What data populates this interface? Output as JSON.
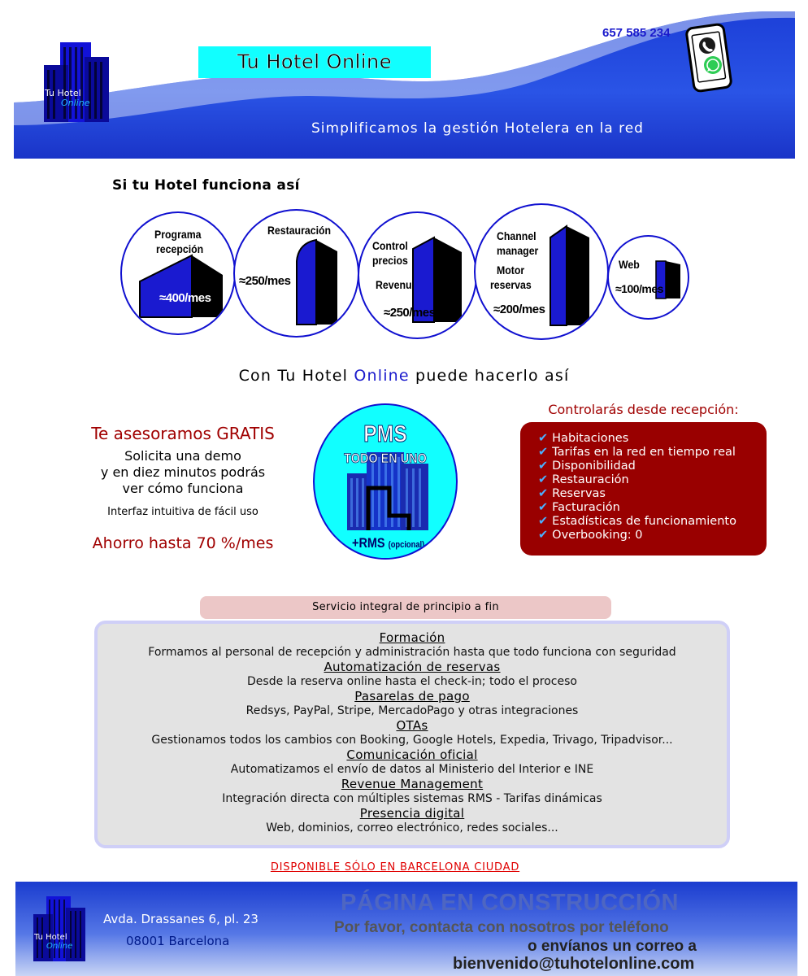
{
  "header": {
    "logo_text_1": "Tu Hotel",
    "logo_text_2": "Online",
    "site_title": "Tu Hotel Online",
    "phone": "657 585 234",
    "tagline": "Simplificamos la gestión Hotelera en la red",
    "phone_icon": "smartphone-icon",
    "call_icon": "phone-call-icon",
    "whatsapp_icon": "whatsapp-icon"
  },
  "section1": {
    "title": "Si tu Hotel funciona así",
    "bubbles": [
      {
        "lines": [
          "Programa",
          "recepción"
        ],
        "price": "≈400/mes"
      },
      {
        "lines": [
          "Restauración"
        ],
        "price": "≈250/mes"
      },
      {
        "lines": [
          "Control",
          "precios",
          "Revenue"
        ],
        "price": "≈250/mes"
      },
      {
        "lines": [
          "Channel",
          "manager",
          "Motor",
          "reservas"
        ],
        "price": "≈200/mes"
      },
      {
        "lines": [
          "Web"
        ],
        "price": "≈100/mes"
      }
    ]
  },
  "section2": {
    "title_pre": "Con Tu Hotel ",
    "title_highlight": "Online",
    "title_post": " puede hacerlo así"
  },
  "left": {
    "asesoramos": "Te asesoramos GRATIS",
    "solicita": [
      "Solicita una demo",
      "y en diez minutos podrás",
      "ver cómo funciona"
    ],
    "interfaz": "Interfaz intuitiva de fácil uso",
    "ahorro": "Ahorro hasta 70 %/mes"
  },
  "pms": {
    "title": "PMS",
    "subtitle": "TODO EN UNO",
    "rms": "+RMS",
    "rms_note": "(opcional)"
  },
  "features": {
    "title": "Controlarás desde recepción:",
    "check": "✔",
    "items": [
      "Habitaciones",
      "Tarifas en la red en tiempo real",
      "Disponibilidad",
      "Restauración",
      "Reservas",
      "Facturación",
      "Estadísticas de funcionamiento",
      "Overbooking: 0"
    ]
  },
  "services": {
    "header": "Servicio integral de principio a fin",
    "items": [
      {
        "title": "Formación",
        "desc": "Formamos al personal de recepción y administración hasta que todo funciona con seguridad"
      },
      {
        "title": "Automatización de reservas",
        "desc": "Desde la reserva online hasta el check-in; todo el proceso"
      },
      {
        "title": "Pasarelas de pago",
        "desc": "Redsys, PayPal, Stripe, MercadoPago y otras integraciones"
      },
      {
        "title": "OTAs",
        "desc": "Gestionamos todos los cambios con Booking, Google Hotels, Expedia, Trivago, Tripadvisor..."
      },
      {
        "title": "Comunicación oficial",
        "desc": "Automatizamos el envío de datos al Ministerio del Interior e INE"
      },
      {
        "title": "Revenue Management",
        "desc": "Integración directa con múltiples sistemas RMS - Tarifas dinámicas"
      },
      {
        "title": "Presencia digital",
        "desc": "Web, dominios, correo electrónico, redes sociales..."
      }
    ]
  },
  "notice": "DISPONIBLE SÓLO EN BARCELONA CIUDAD",
  "footer": {
    "address_1": "Avda. Drassanes 6, pl. 23",
    "address_2": "08001 Barcelona",
    "under_construction": "PÁGINA EN CONSTRUCCIÓN",
    "contact_1": "Por favor, contacta con nosotros por teléfono",
    "contact_2": "o envíanos un correo a",
    "email": "bienvenido@tuhotelonline.com"
  }
}
